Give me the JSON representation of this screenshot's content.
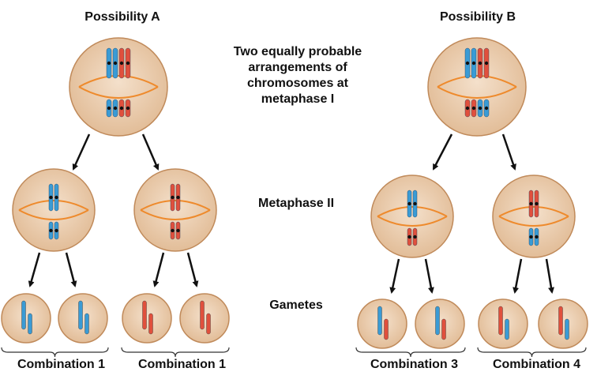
{
  "possibility_a": "Possibility A",
  "possibility_b": "Possibility B",
  "metaphase1_caption": "Two equally probable arrangements of chromosomes at metaphase I",
  "metaphase2_label": "Metaphase II",
  "gametes_label": "Gametes",
  "combinations": [
    "Combination 1",
    "Combination 1",
    "Combination 3",
    "Combination 4"
  ],
  "colors": {
    "cell_fill": "#e7c8a8",
    "cell_stroke": "#c08a5a",
    "spindle": "#ee8a2c",
    "blue_chromosome": "#3a9bd5",
    "red_chromosome": "#e0503d",
    "centromere": "#111111",
    "arrow": "#111111"
  }
}
